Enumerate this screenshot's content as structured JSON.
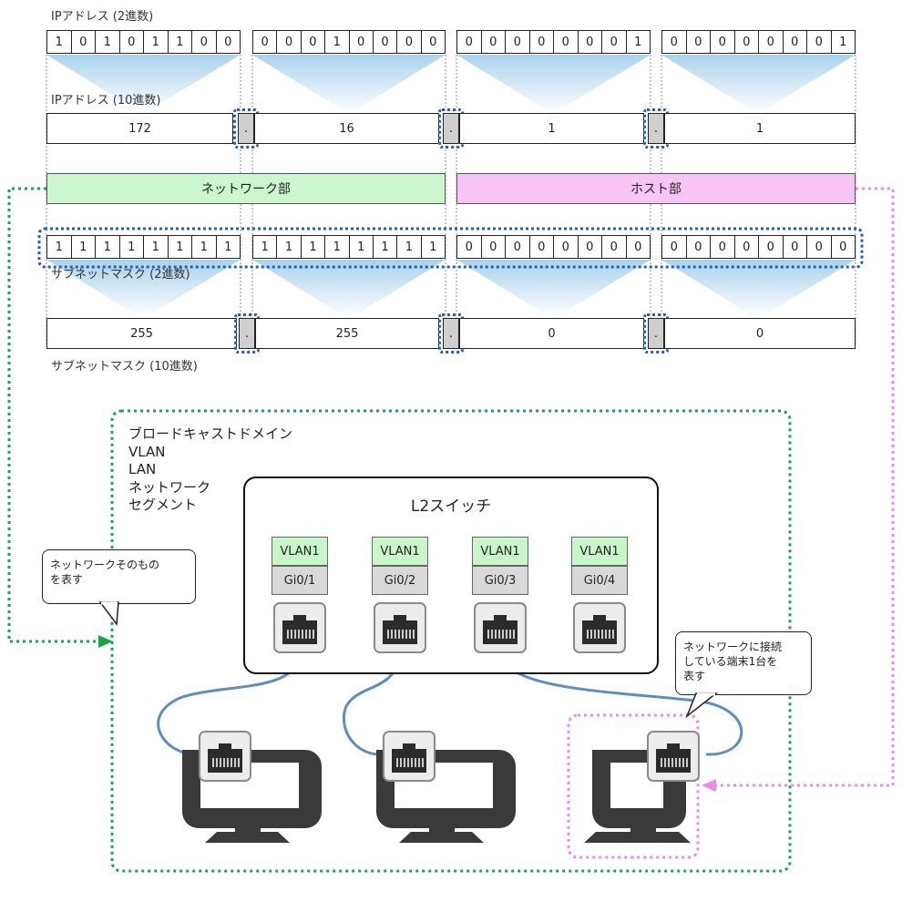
{
  "labels": {
    "ip_bin": "IPアドレス (2進数)",
    "ip_dec": "IPアドレス (10進数)",
    "mask_bin": "サブネットマスク (2進数)",
    "mask_dec": "サブネットマスク (10進数)"
  },
  "ip_bits": [
    [
      "1",
      "0",
      "1",
      "0",
      "1",
      "1",
      "0",
      "0"
    ],
    [
      "0",
      "0",
      "0",
      "1",
      "0",
      "0",
      "0",
      "0"
    ],
    [
      "0",
      "0",
      "0",
      "0",
      "0",
      "0",
      "0",
      "1"
    ],
    [
      "0",
      "0",
      "0",
      "0",
      "0",
      "0",
      "0",
      "1"
    ]
  ],
  "ip_dec": [
    "172",
    "16",
    "1",
    "1"
  ],
  "mask_bits": [
    [
      "1",
      "1",
      "1",
      "1",
      "1",
      "1",
      "1",
      "1"
    ],
    [
      "1",
      "1",
      "1",
      "1",
      "1",
      "1",
      "1",
      "1"
    ],
    [
      "0",
      "0",
      "0",
      "0",
      "0",
      "0",
      "0",
      "0"
    ],
    [
      "0",
      "0",
      "0",
      "0",
      "0",
      "0",
      "0",
      "0"
    ]
  ],
  "mask_dec": [
    "255",
    "255",
    "0",
    "0"
  ],
  "dot": ".",
  "network_part": "ネットワーク部",
  "host_part": "ホスト部",
  "domain_lines": [
    "ブロードキャストドメイン",
    "VLAN",
    "LAN",
    "ネットワーク",
    "セグメント"
  ],
  "switch_title": "L2スイッチ",
  "ports": [
    {
      "vlan": "VLAN1",
      "gi": "Gi0/1"
    },
    {
      "vlan": "VLAN1",
      "gi": "Gi0/2"
    },
    {
      "vlan": "VLAN1",
      "gi": "Gi0/3"
    },
    {
      "vlan": "VLAN1",
      "gi": "Gi0/4"
    }
  ],
  "bubble_network": "ネットワークそのもの\nを表す",
  "bubble_host": "ネットワークに接続\nしている端末1台を\n表す",
  "colors": {
    "network_fill": "#ccf7cc",
    "host_fill": "#f7c6f7",
    "network_dotted": "#19a54a",
    "host_dotted": "#ee88ee",
    "dot_highlight": "#1f5fbf",
    "cable": "#5b8fc4",
    "triangle": "#a9d3ec"
  }
}
